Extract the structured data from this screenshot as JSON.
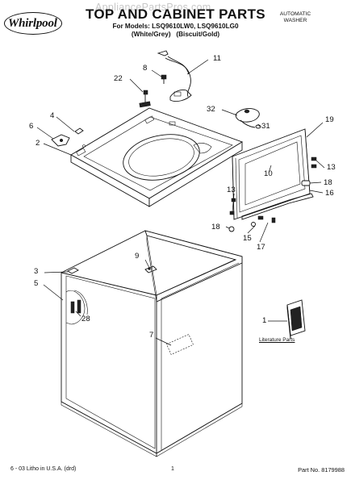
{
  "header": {
    "watermark": "AppliancePartsPros.com",
    "brand": "Whirlpool",
    "title": "TOP AND CABINET PARTS",
    "models_line1": "For Models: LSQ9610LW0, LSQ9610LG0",
    "models_line2": "(White/Grey)   (Biscuit/Gold)",
    "product_type_line1": "AUTOMATIC",
    "product_type_line2": "WASHER"
  },
  "callouts": {
    "c1": "1",
    "c2": "2",
    "c3": "3",
    "c4": "4",
    "c5": "5",
    "c6": "6",
    "c7": "7",
    "c8": "8",
    "c9": "9",
    "c10": "10",
    "c11": "11",
    "c13a": "13",
    "c13b": "13",
    "c15": "15",
    "c16": "16",
    "c17": "17",
    "c18a": "18",
    "c18b": "18",
    "c19": "19",
    "c22": "22",
    "c28": "28",
    "c31": "31",
    "c32": "32"
  },
  "literature_label": "Literature Parts",
  "footer": {
    "left": "6 - 03 Litho in U.S.A. (drd)",
    "page": "1",
    "part_no": "Part No. 8179988"
  }
}
